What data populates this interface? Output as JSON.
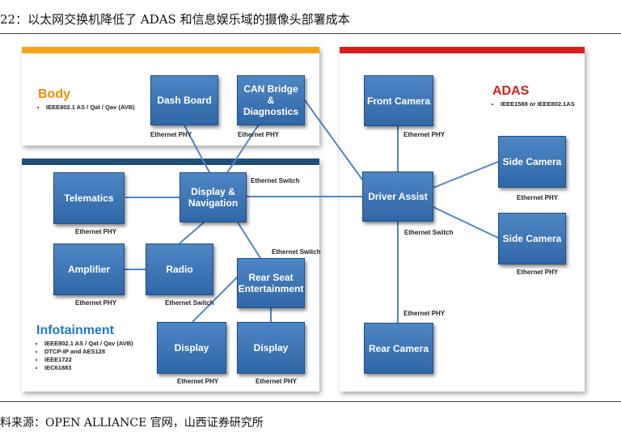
{
  "caption": "22：以太网交换机降低了 ADAS 和信息娱乐域的摄像头部署成本",
  "source": "料来源：OPEN ALLIANCE 官网，山西证券研究所",
  "colors": {
    "body_bar": "#f5a31a",
    "infotainment_bar": "#1d4f78",
    "adas_bar": "#d71f1f",
    "box": "#3a75b8",
    "line": "#4f86c4"
  },
  "body": {
    "title": "Body",
    "title_color": "#f08c00",
    "bullets": [
      "IEEE802.1 AS / Qat / Qav (AVB)"
    ]
  },
  "infotainment": {
    "title": "Infotainment",
    "title_color": "#1f77c8",
    "bullets": [
      "IEEE802.1 AS / Qat / Qav (AVB)",
      "DTCP-IP and AES128",
      "IEEE1722",
      "IEC61883"
    ]
  },
  "adas": {
    "title": "ADAS",
    "title_color": "#d71f1f",
    "bullets": [
      "IEEE1588 or IEEE802.1AS"
    ]
  },
  "nodes": {
    "dash_board": "Dash Board",
    "can_bridge": "CAN Bridge & Diagnostics",
    "telematics": "Telematics",
    "display_nav": "Display & Navigation",
    "amplifier": "Amplifier",
    "radio": "Radio",
    "rear_seat": "Rear Seat Entertainment",
    "display1": "Display",
    "display2": "Display",
    "front_camera": "Front Camera",
    "driver_assist": "Driver Assist",
    "side_camera1": "Side Camera",
    "side_camera2": "Side Camera",
    "rear_camera": "Rear Camera"
  },
  "labels": {
    "dash_board_phy": "Ethernet PHY",
    "can_bridge_phy": "Ethernet PHY",
    "display_nav_switch": "Ethernet Switch",
    "telematics_phy": "Ethernet PHY",
    "rear_seat_switch": "Ethernet Switch",
    "amplifier_phy": "Ethernet PHY",
    "radio_switch": "Ethernet Switch",
    "display1_phy": "Ethernet PHY",
    "display2_phy": "Ethernet PHY",
    "front_camera_phy": "Ethernet PHY",
    "driver_assist_switch": "Ethernet Switch",
    "side_camera1_phy": "Ethernet PHY",
    "side_camera2_phy": "Ethernet PHY",
    "rear_camera_phy": "Ethernet PHY"
  }
}
